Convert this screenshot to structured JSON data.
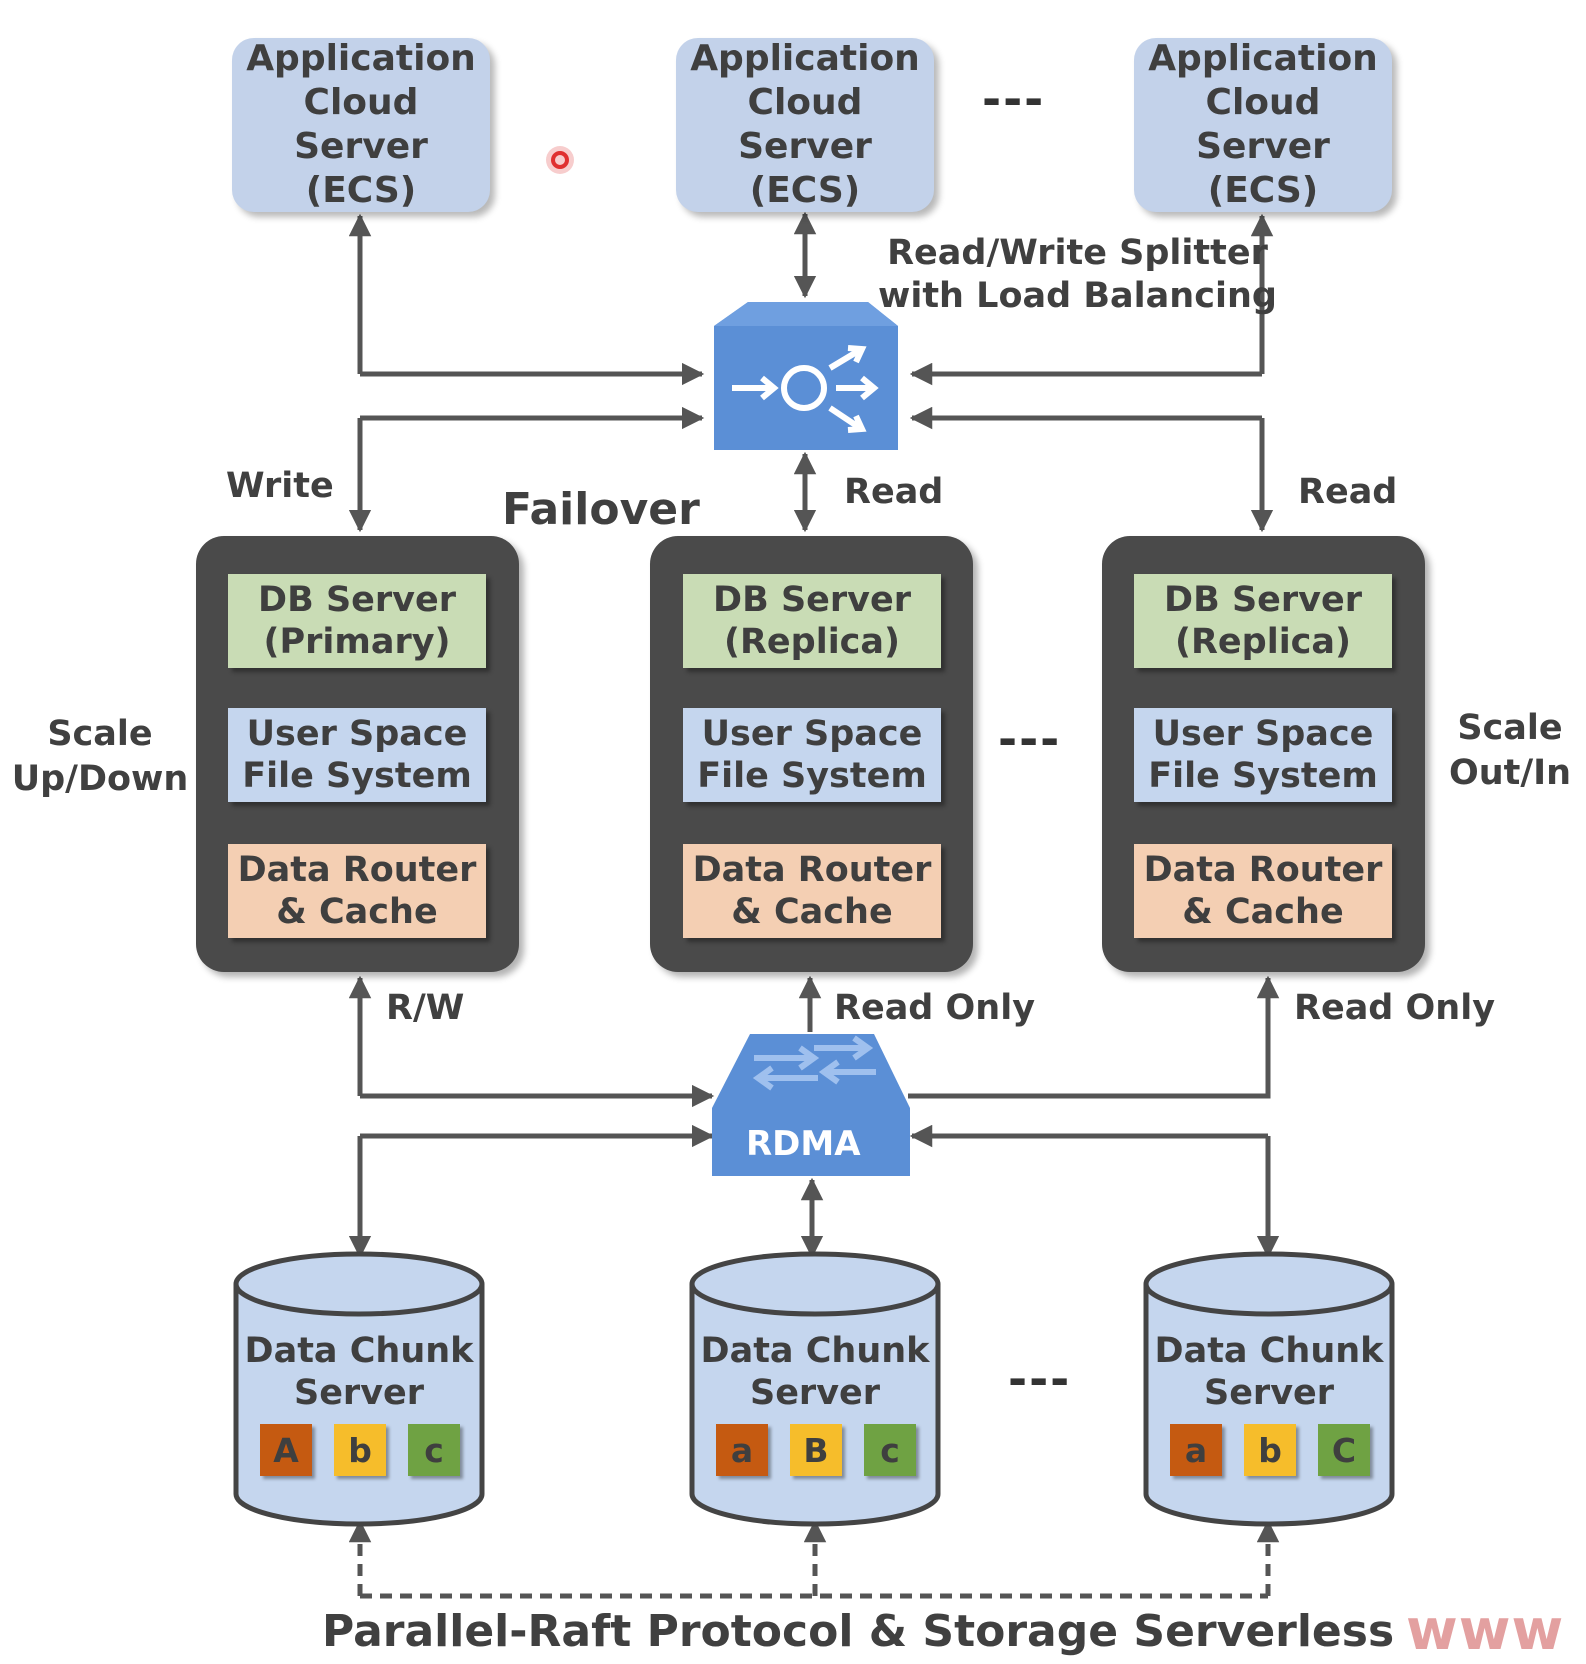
{
  "colors": {
    "app_box": "#c3d2ea",
    "db_frame": "#4a4a4a",
    "db_layer": "#c9dcb5",
    "fs_layer": "#c5d6ee",
    "router_layer": "#f4cfb3",
    "network_device": "#5b8fd6",
    "arrow": "#555555",
    "chunk_orange": "#c55a11",
    "chunk_yellow": "#f6bd2b",
    "chunk_green": "#6fa243",
    "watermark": "#e3a0a0"
  },
  "apps": [
    {
      "line1": "Application",
      "line2": "Cloud Server",
      "line3": "(ECS)"
    },
    {
      "line1": "Application",
      "line2": "Cloud Server",
      "line3": "(ECS)"
    },
    {
      "line1": "Application",
      "line2": "Cloud Server",
      "line3": "(ECS)"
    }
  ],
  "ellipsis": "---",
  "splitter": {
    "line1": "Read/Write Splitter",
    "line2": "with Load Balancing",
    "icon": "load-balancer-icon"
  },
  "labels": {
    "write": "Write",
    "failover": "Failover",
    "read_1": "Read",
    "read_2": "Read",
    "scale_up_1": "Scale",
    "scale_up_2": "Up/Down",
    "scale_out_1": "Scale",
    "scale_out_2": "Out/In",
    "rw": "R/W",
    "read_only_1": "Read Only",
    "read_only_2": "Read Only"
  },
  "db_nodes": [
    {
      "db_line1": "DB Server",
      "db_line2": "(Primary)",
      "fs_line1": "User Space",
      "fs_line2": "File System",
      "router_line1": "Data Router",
      "router_line2": "& Cache"
    },
    {
      "db_line1": "DB Server",
      "db_line2": "(Replica)",
      "fs_line1": "User Space",
      "fs_line2": "File System",
      "router_line1": "Data Router",
      "router_line2": "& Cache"
    },
    {
      "db_line1": "DB Server",
      "db_line2": "(Replica)",
      "fs_line1": "User Space",
      "fs_line2": "File System",
      "router_line1": "Data Router",
      "router_line2": "& Cache"
    }
  ],
  "rdma": {
    "label": "RDMA",
    "icon": "network-switch-icon"
  },
  "chunk_servers": [
    {
      "line1": "Data Chunk",
      "line2": "Server",
      "chunks": [
        "A",
        "b",
        "c"
      ]
    },
    {
      "line1": "Data Chunk",
      "line2": "Server",
      "chunks": [
        "a",
        "B",
        "c"
      ]
    },
    {
      "line1": "Data Chunk",
      "line2": "Server",
      "chunks": [
        "a",
        "b",
        "C"
      ]
    }
  ],
  "footer": "Parallel-Raft Protocol & Storage Serverless",
  "watermark": "www"
}
